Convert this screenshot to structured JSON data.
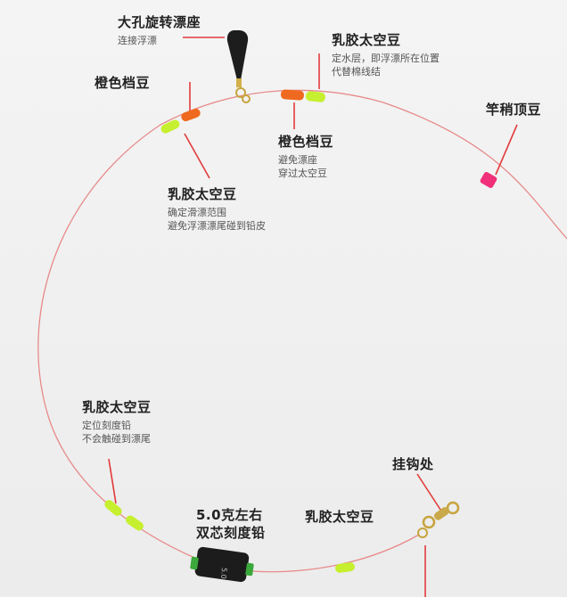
{
  "colors": {
    "line": "#e87b7b",
    "callout": "#e23b3b",
    "orange_bead": "#ef6a1f",
    "green_bead": "#c6f02f",
    "pink_stop": "#f0307a",
    "sinker": "#1c1c1c"
  },
  "labels": {
    "swivel_seat": {
      "title": "大孔旋转漂座",
      "desc": [
        "连接浮漂"
      ]
    },
    "space_bean_top": {
      "title": "乳胶太空豆",
      "desc": [
        "定水层，即浮漂所在位置",
        "代替棉线结"
      ]
    },
    "orange_bean_left": {
      "title": "橙色档豆",
      "desc": []
    },
    "orange_bean_center": {
      "title": "橙色档豆",
      "desc": [
        "避免漂座",
        "穿过太空豆"
      ]
    },
    "space_bean_mid": {
      "title": "乳胶太空豆",
      "desc": [
        "确定滑漂范围",
        "避免浮漂漂尾碰到铅皮"
      ]
    },
    "rod_tip_bean": {
      "title": "竿稍顶豆",
      "desc": []
    },
    "space_bean_lower": {
      "title": "乳胶太空豆",
      "desc": [
        "定位刻度铅",
        "不会触碰到漂尾"
      ]
    },
    "sinker": {
      "title_lines": [
        "5.0克左右",
        "双芯刻度铅"
      ]
    },
    "space_bean_bottom": {
      "title": "乳胶太空豆",
      "desc": []
    },
    "hook_point": {
      "title": "挂钩处",
      "desc": []
    }
  },
  "sinker_mark": "5.0"
}
